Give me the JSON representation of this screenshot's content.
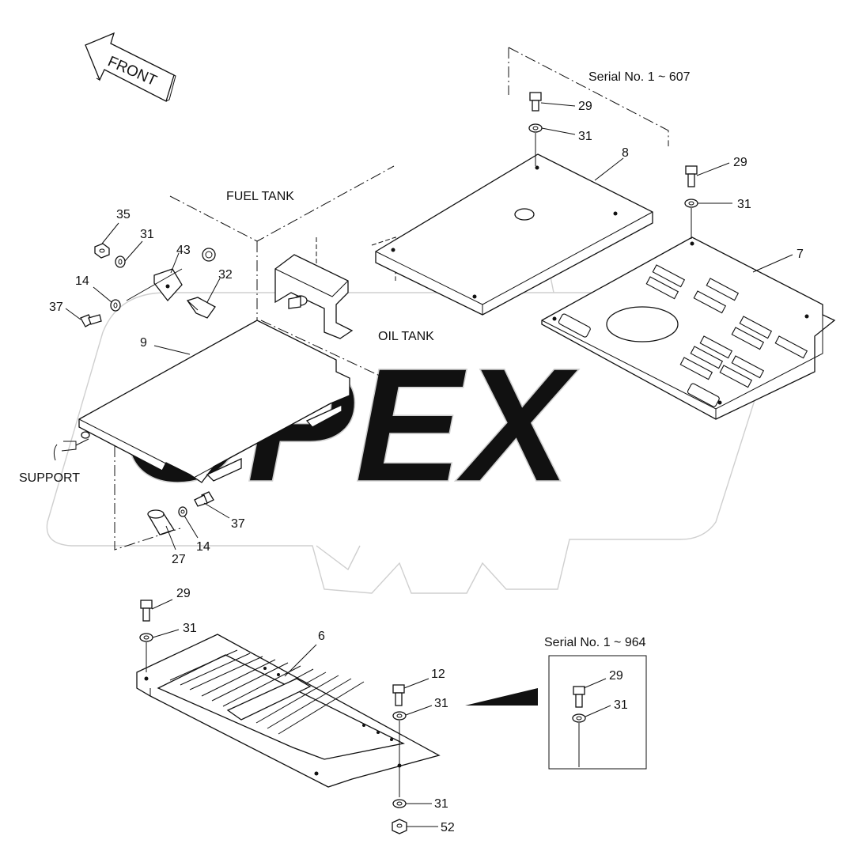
{
  "diagram": {
    "front_arrow": "FRONT",
    "captions": {
      "serial_top": "Serial No. 1 ~ 607",
      "serial_bottom": "Serial No. 1 ~ 964",
      "fuel_tank": "FUEL TANK",
      "oil_tank": "OIL TANK",
      "support": "SUPPORT"
    },
    "watermark": "OPEX",
    "callouts": {
      "c29a": "29",
      "c31a": "31",
      "c8": "8",
      "c29b": "29",
      "c31b": "31",
      "c7": "7",
      "c35": "35",
      "c31c": "31",
      "c43": "43",
      "c32": "32",
      "c14a": "14",
      "c37a": "37",
      "c9": "9",
      "c37b": "37",
      "c27": "27",
      "c14b": "14",
      "c29c": "29",
      "c31d": "31",
      "c6": "6",
      "c12": "12",
      "c31e": "31",
      "c31f": "31",
      "c52": "52",
      "c29d": "29",
      "c31g": "31"
    }
  }
}
